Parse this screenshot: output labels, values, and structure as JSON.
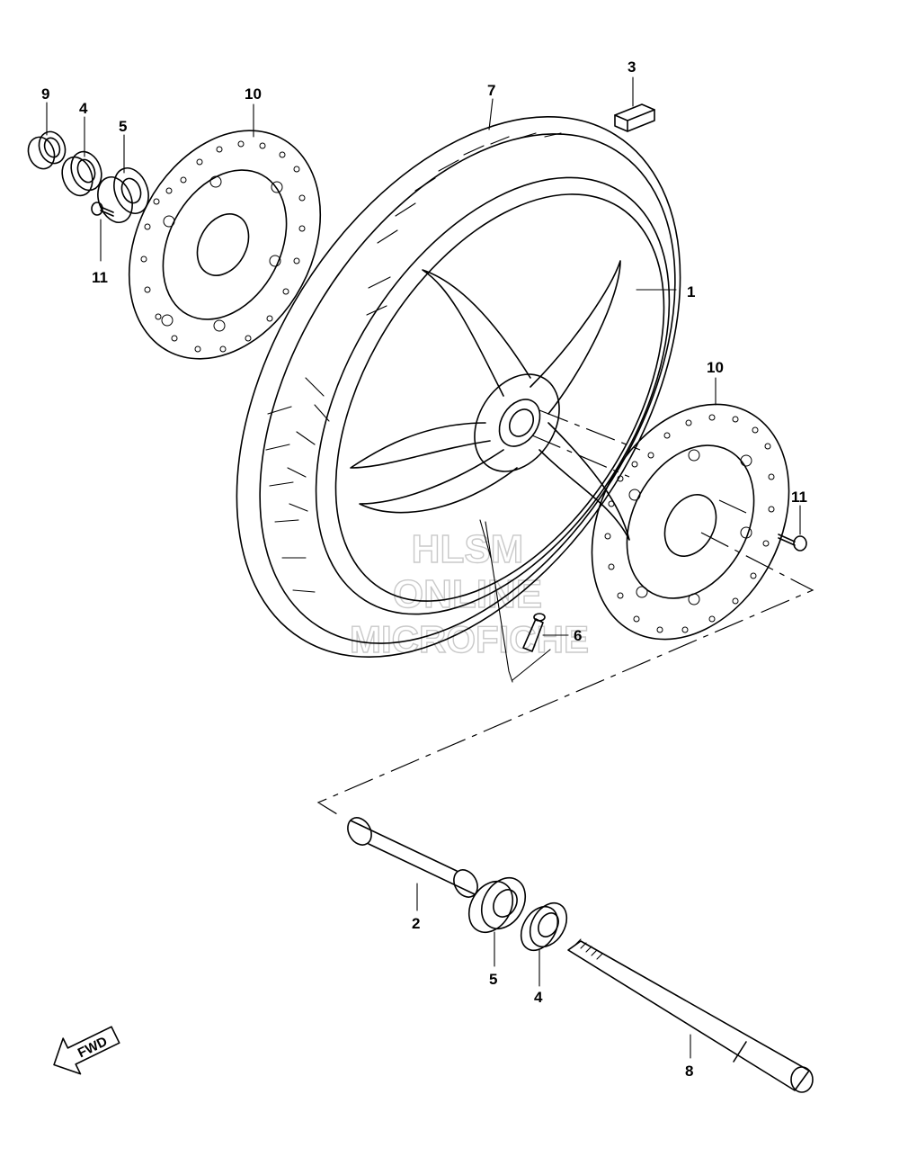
{
  "callouts": [
    {
      "id": "c1",
      "label": "1"
    },
    {
      "id": "c2",
      "label": "2"
    },
    {
      "id": "c3",
      "label": "3"
    },
    {
      "id": "c4a",
      "label": "4"
    },
    {
      "id": "c4b",
      "label": "4"
    },
    {
      "id": "c5a",
      "label": "5"
    },
    {
      "id": "c5b",
      "label": "5"
    },
    {
      "id": "c6",
      "label": "6"
    },
    {
      "id": "c7",
      "label": "7"
    },
    {
      "id": "c8",
      "label": "8"
    },
    {
      "id": "c9",
      "label": "9"
    },
    {
      "id": "c10a",
      "label": "10"
    },
    {
      "id": "c10b",
      "label": "10"
    },
    {
      "id": "c11a",
      "label": "11"
    },
    {
      "id": "c11b",
      "label": "11"
    }
  ],
  "watermark": {
    "line1": "HLSM",
    "line2": "ONLINE",
    "line3": "MICROFICHE"
  },
  "fwd_badge": {
    "label": "FWD"
  }
}
